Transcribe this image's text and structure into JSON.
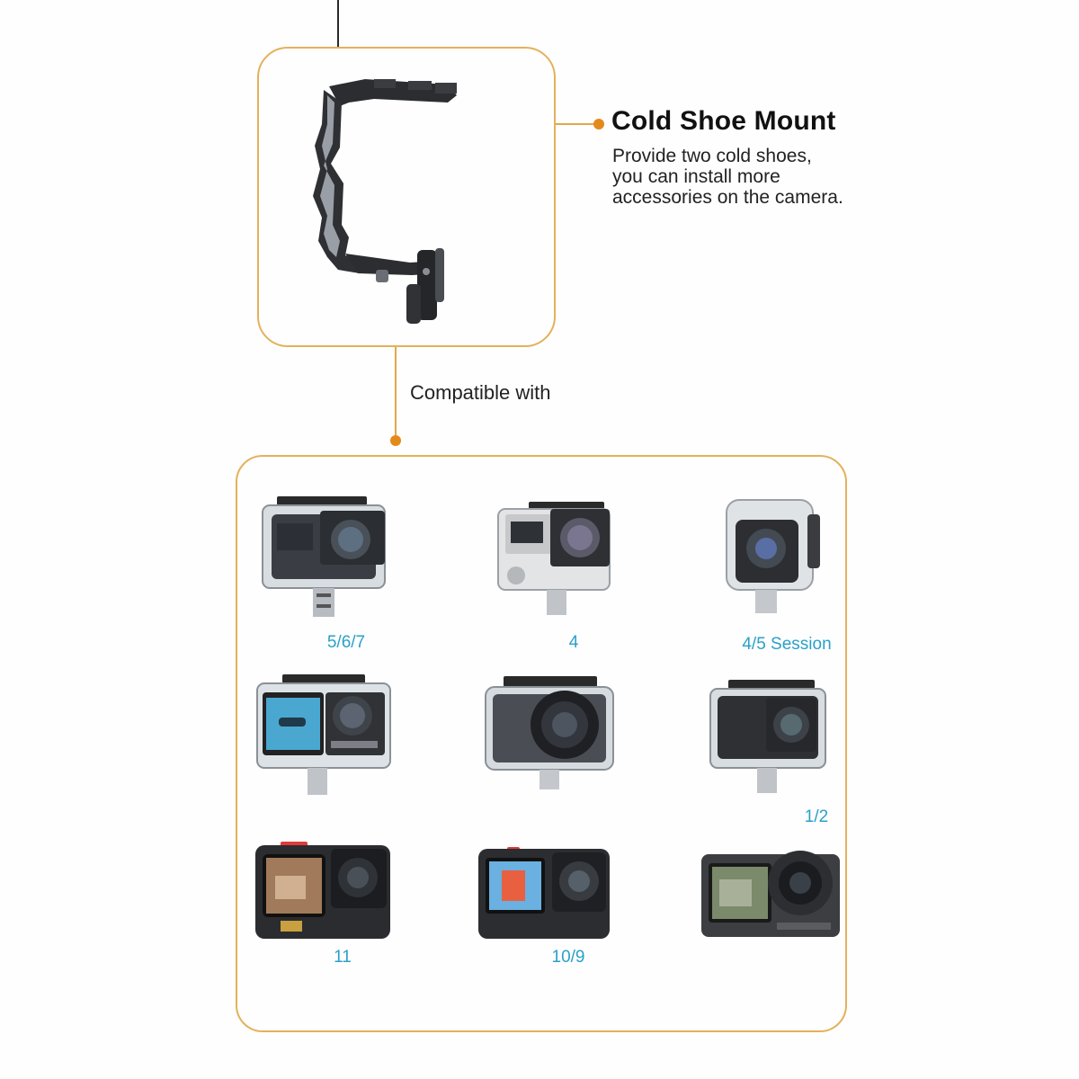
{
  "feature": {
    "title": "Cold Shoe Mount",
    "description_lines": [
      "Provide two cold shoes,",
      "you can install more",
      "accessories on the camera."
    ]
  },
  "compat_label": "Compatible with",
  "models": [
    {
      "label": "5/6/7",
      "icon": "housing-camera-icon"
    },
    {
      "label": "4",
      "icon": "housing-camera-icon"
    },
    {
      "label": "4/5 Session",
      "icon": "session-camera-icon"
    },
    {
      "label": "",
      "icon": "osmo-action-housing-icon"
    },
    {
      "label": "",
      "icon": "round-lens-housing-icon"
    },
    {
      "label": "1/2",
      "icon": "housing-camera-icon"
    },
    {
      "label": "11",
      "icon": "action-camera-icon"
    },
    {
      "label": "10/9",
      "icon": "action-camera-icon"
    },
    {
      "label": "",
      "icon": "action-camera-icon"
    }
  ],
  "colors": {
    "accent_line": "#e0a84a",
    "accent_dot": "#e48a1a",
    "label_blue": "#2aa0c8"
  }
}
